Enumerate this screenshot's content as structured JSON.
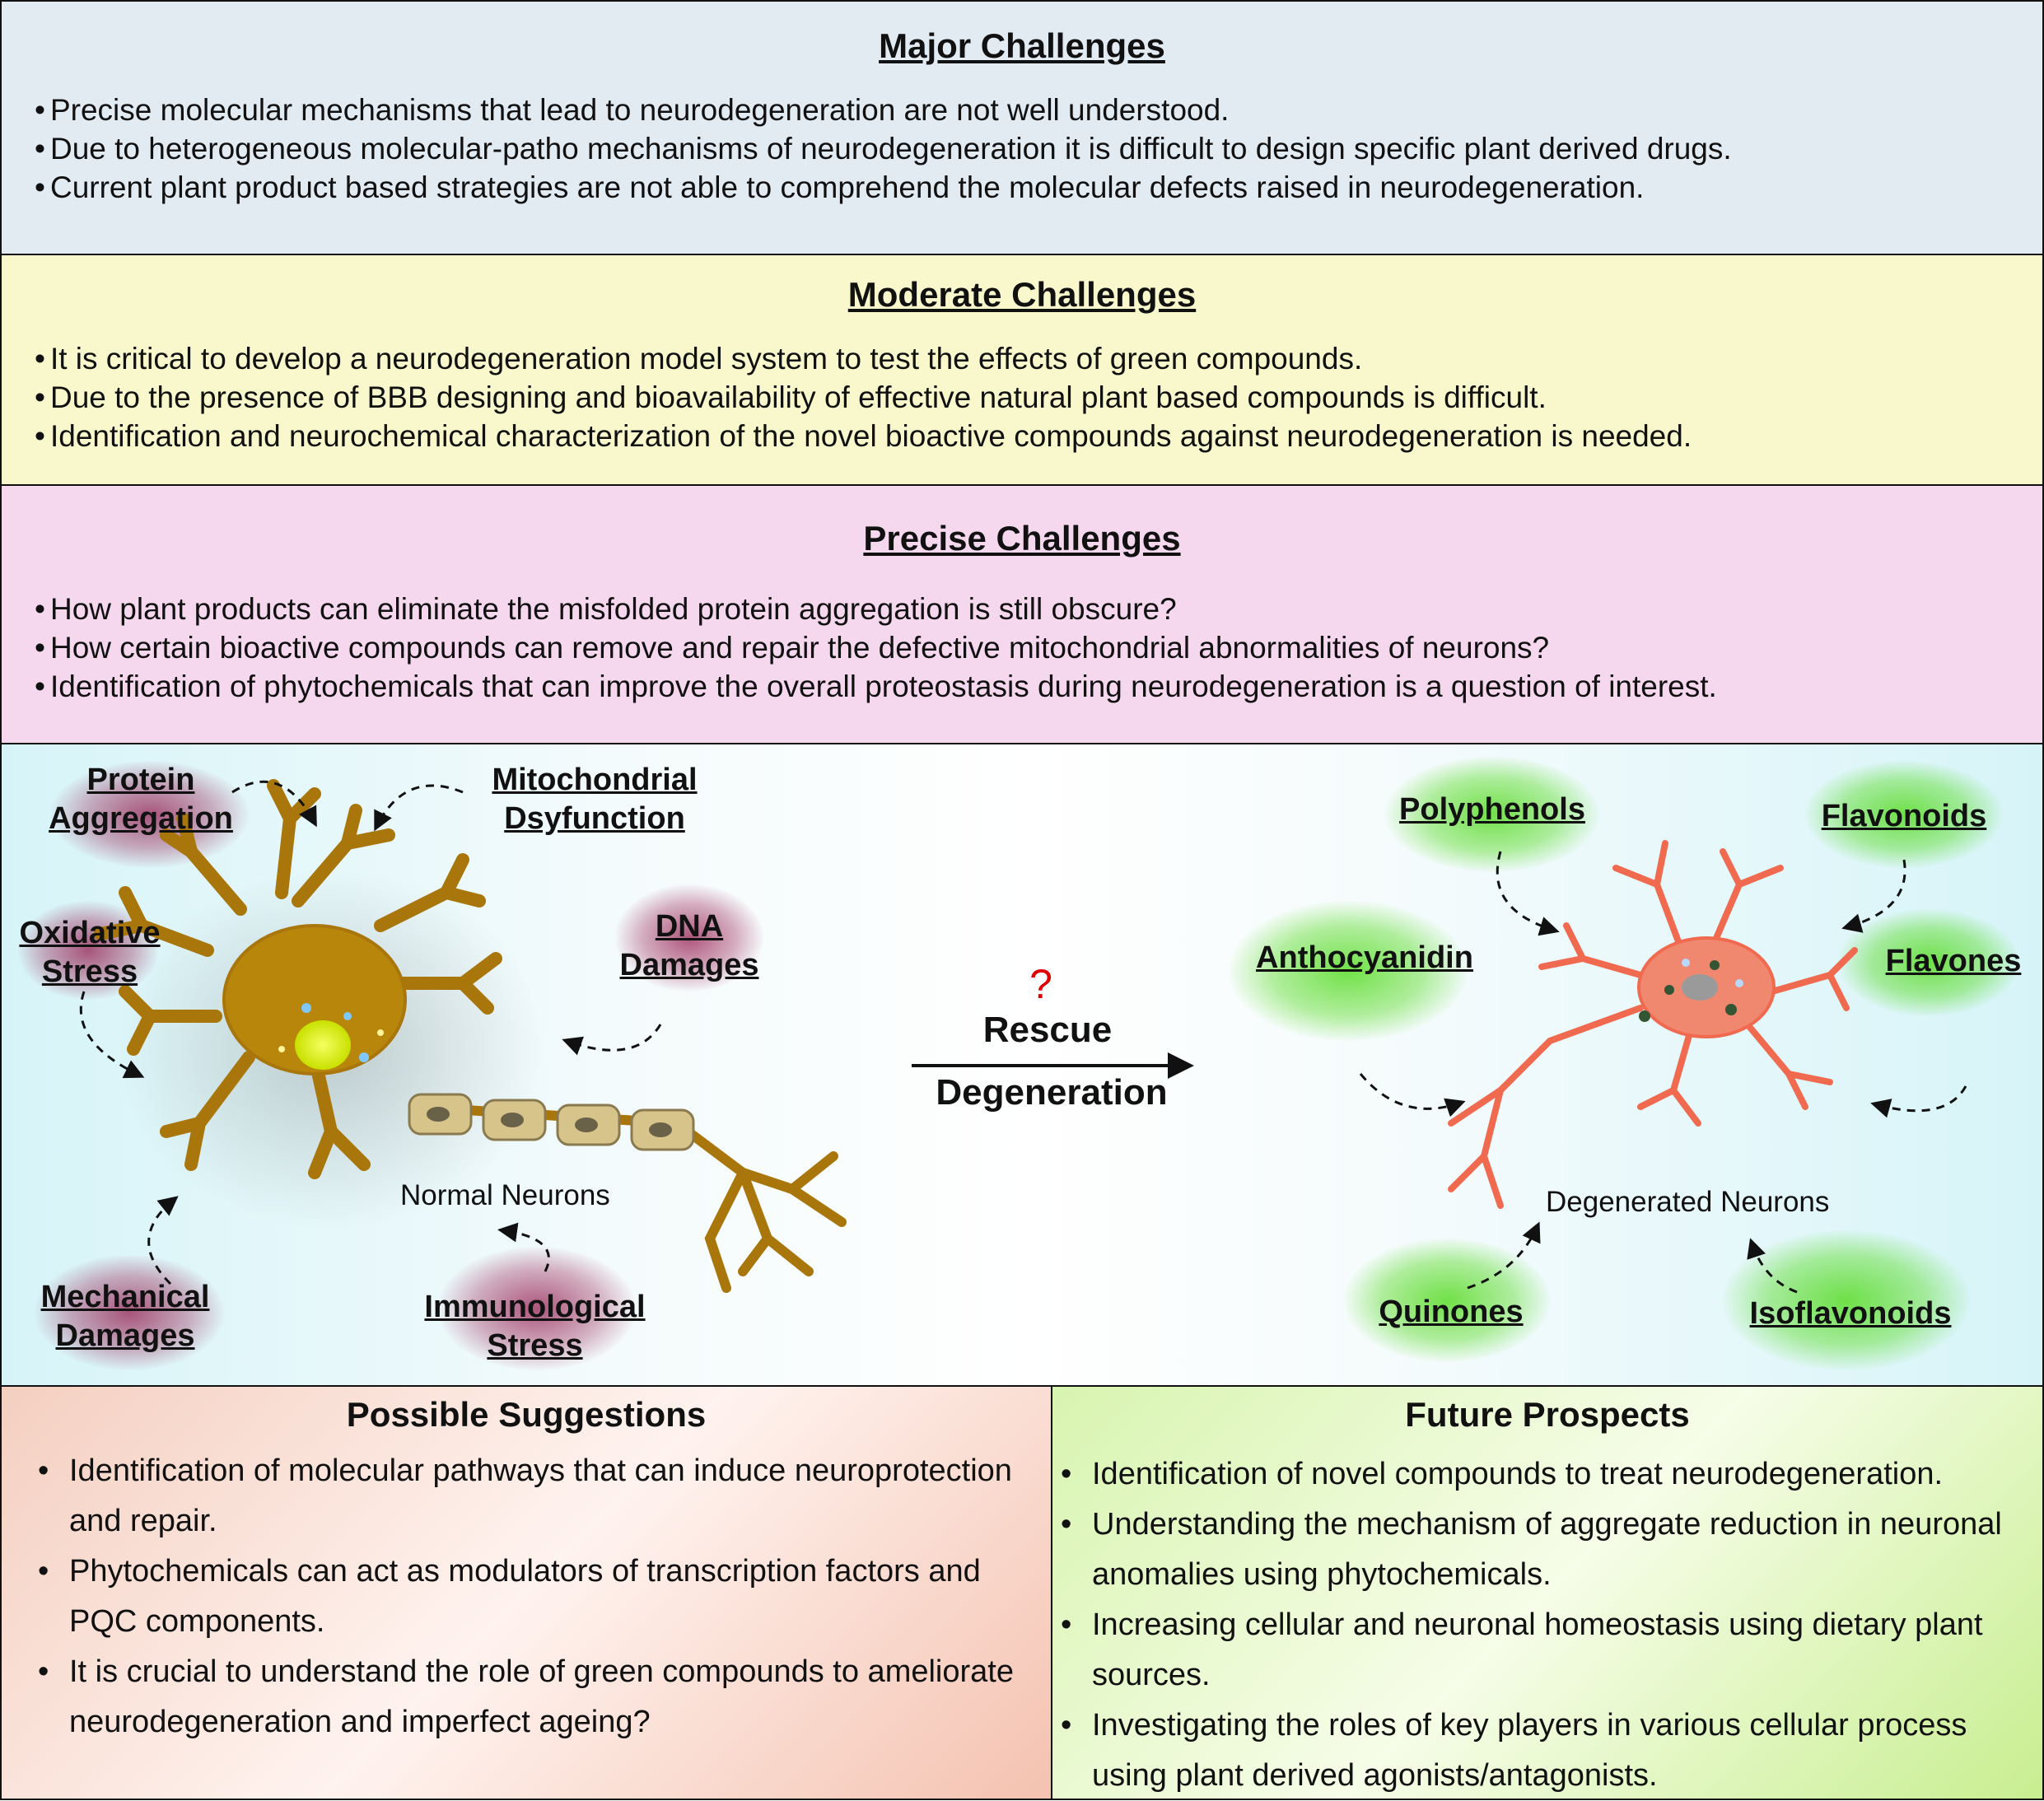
{
  "major": {
    "title": "Major Challenges",
    "items": [
      "Precise molecular mechanisms that lead to neurodegeneration are not well understood.",
      "Due to heterogeneous molecular-patho mechanisms of neurodegeneration it is difficult to design specific plant derived drugs.",
      "Current plant product based strategies are not able to comprehend the molecular defects raised in neurodegeneration."
    ]
  },
  "moderate": {
    "title": "Moderate Challenges",
    "items": [
      "It is critical to develop a neurodegeneration model system to test the effects of green compounds.",
      "Due to the presence of BBB designing and bioavailability of effective natural plant based compounds is difficult.",
      "Identification and neurochemical characterization of the novel bioactive compounds against neurodegeneration is needed."
    ]
  },
  "precise": {
    "title": "Precise Challenges",
    "items": [
      "How plant products can eliminate the misfolded protein aggregation is still obscure?",
      "How certain bioactive compounds can remove and repair the defective mitochondrial abnormalities of neurons?",
      "Identification of phytochemicals that can improve the overall proteostasis during neurodegeneration is a question of interest."
    ]
  },
  "diagram": {
    "stressors": {
      "protein": [
        "Protein",
        "Aggregation"
      ],
      "mito": [
        "Mitochondrial",
        "Dsyfunction"
      ],
      "oxidative": [
        "Oxidative",
        "Stress"
      ],
      "dna": [
        "DNA",
        "Damages"
      ],
      "mechanical": [
        "Mechanical",
        "Damages"
      ],
      "immuno": [
        "Immunological",
        "Stress"
      ]
    },
    "normal_label": "Normal Neurons",
    "degenerated_label": "Degenerated Neurons",
    "question": "?",
    "rescue": "Rescue",
    "degeneration": "Degeneration",
    "compounds": {
      "polyphenols": "Polyphenols",
      "flavonoids": "Flavonoids",
      "anthocyanidin": "Anthocyanidin",
      "flavones": "Flavones",
      "quinones": "Quinones",
      "isoflavonoids": "Isoflavonoids"
    },
    "colors": {
      "normal_neuron": "#b8860b",
      "degenerated_neuron": "#f06a50",
      "stress_glow": "#96204f",
      "compound_glow": "#5adc28",
      "question_mark": "#e00000"
    }
  },
  "suggestions": {
    "title": "Possible Suggestions",
    "items": [
      "Identification of molecular pathways that can induce neuroprotection and repair.",
      "Phytochemicals can act as modulators of transcription factors and PQC components.",
      "It is crucial to understand the role of green compounds to ameliorate neurodegeneration and imperfect ageing?"
    ]
  },
  "prospects": {
    "title": "Future Prospects",
    "items": [
      "Identification of novel compounds to treat neurodegeneration.",
      "Understanding the mechanism of aggregate reduction in neuronal anomalies using phytochemicals.",
      "Increasing cellular and neuronal homeostasis using dietary plant sources.",
      "Investigating the roles of key players in various cellular process using plant derived agonists/antagonists."
    ]
  }
}
